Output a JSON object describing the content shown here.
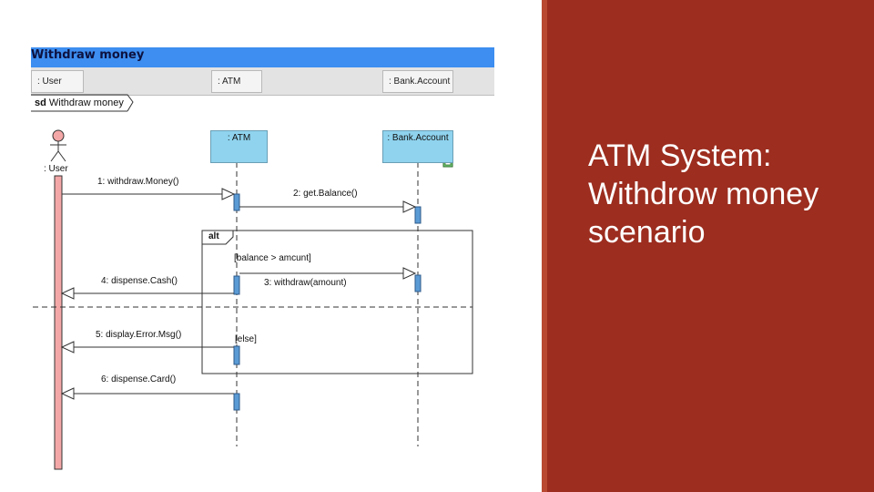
{
  "tool": {
    "title": "Withdraw money",
    "header": {
      "user": ": User",
      "atm": ": ATM",
      "bank": ": Bank.Account"
    }
  },
  "diagram": {
    "frame_keyword": "sd",
    "frame_name": "Withdraw money",
    "lifelines": [
      {
        "label": ": User"
      },
      {
        "label": ": ATM"
      },
      {
        "label": ": Bank.Account"
      }
    ],
    "messages": [
      "1: withdraw.Money()",
      "2: get.Balance()",
      "3: withdraw(amount)",
      "4: dispense.Cash()",
      "5: display.Error.Msg()",
      "6: dispense.Card()"
    ],
    "fragment": {
      "operator": "alt",
      "guard_1": "[balance > amcunt]",
      "guard_2": "[else]"
    }
  },
  "slide": {
    "title_line_1": "ATM System:",
    "title_line_2": "Withdrow money",
    "title_line_3": "scenario"
  },
  "colors": {
    "title_bar": "#3d8ef0",
    "lifeline_box": "#8fd3ee",
    "activation": "#5b9bd5",
    "user_bar": "#f4a7a7",
    "right_panel": "#9c2d1f"
  }
}
